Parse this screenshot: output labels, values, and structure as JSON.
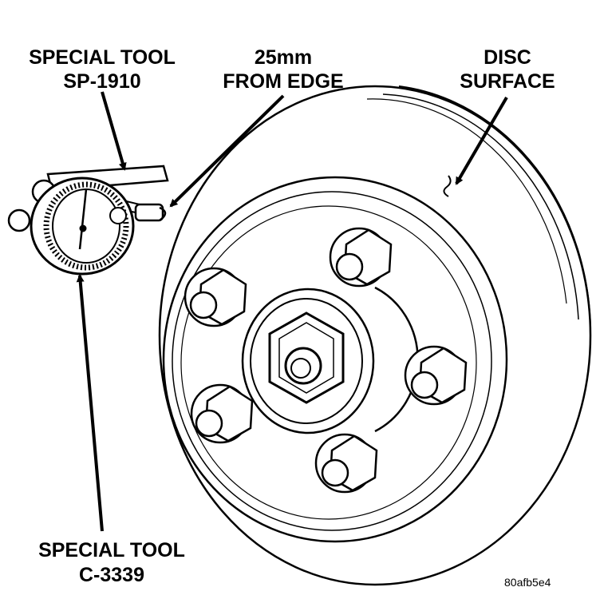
{
  "labels": {
    "tool_top_line1": "SPECIAL TOOL",
    "tool_top_line2": "SP-1910",
    "edge_line1": "25mm",
    "edge_line2": "FROM EDGE",
    "disc_line1": "DISC",
    "disc_line2": "SURFACE",
    "tool_bottom_line1": "SPECIAL TOOL",
    "tool_bottom_line2": "C-3339",
    "figure_code": "80afb5e4"
  },
  "colors": {
    "ink": "#000000",
    "paper": "#ffffff"
  },
  "icons": {
    "gauge": "dial-indicator-icon",
    "lug_nut": "hex-lug-nut-icon",
    "center_nut": "hex-spindle-nut-icon"
  }
}
